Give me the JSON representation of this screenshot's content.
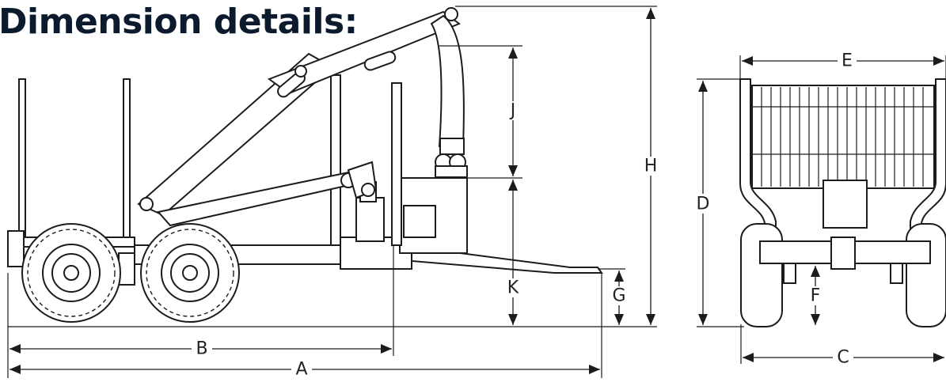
{
  "title": "Dimension details:",
  "dimension_labels": {
    "A": "A",
    "B": "B",
    "C": "C",
    "D": "D",
    "E": "E",
    "F": "F",
    "G": "G",
    "H": "H",
    "J": "J",
    "K": "K"
  }
}
